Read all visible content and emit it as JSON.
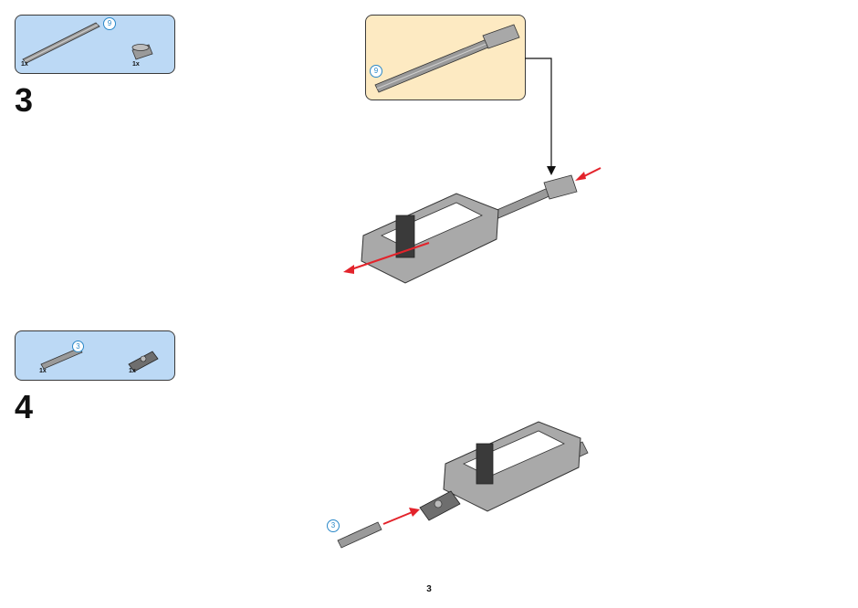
{
  "steps": [
    {
      "number": "3",
      "parts": [
        {
          "qty": "1x",
          "label": "9",
          "icon": "axle-icon"
        },
        {
          "qty": "1x",
          "icon": "axle-connector-icon"
        }
      ],
      "callout": {
        "label": "9",
        "icon": "axle-with-stop-icon"
      }
    },
    {
      "number": "4",
      "parts": [
        {
          "qty": "1x",
          "label": "3",
          "icon": "axle-icon"
        },
        {
          "qty": "1x",
          "icon": "universal-joint-icon"
        }
      ],
      "assembly_label": "3"
    }
  ],
  "page_number": "3",
  "colors": {
    "parts_box": "#bcd9f5",
    "callout_box": "#fdeac2",
    "arrow": "#e3232b",
    "badge": "#2a88c8"
  }
}
